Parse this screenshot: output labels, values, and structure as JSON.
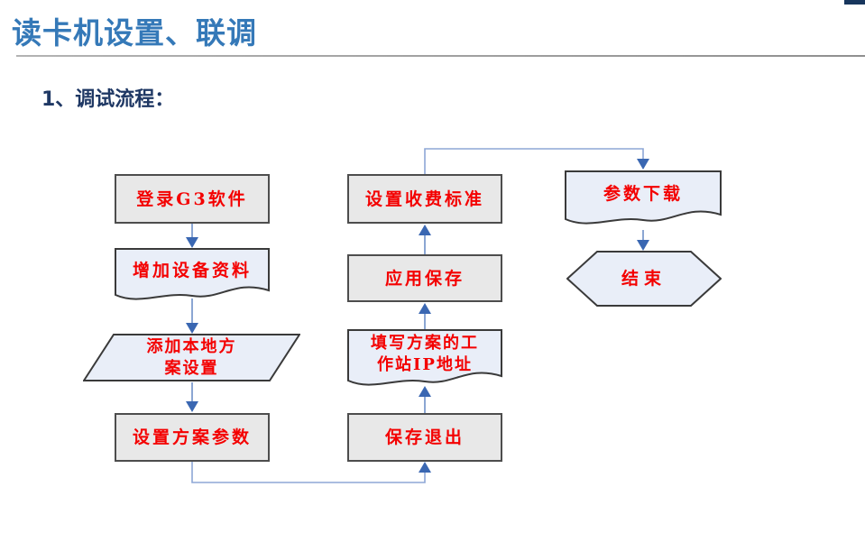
{
  "header": {
    "title": "读卡机设置、联调",
    "section_label": "1、调试流程："
  },
  "flowchart": {
    "nodes": [
      {
        "id": "login-g3",
        "label": "登录G3软件",
        "shape": "rectangle"
      },
      {
        "id": "add-device-data",
        "label": "增加设备资料",
        "shape": "document"
      },
      {
        "id": "add-local-plan",
        "label": "添加本地方\n案设置",
        "shape": "parallelogram"
      },
      {
        "id": "set-plan-params",
        "label": "设置方案参数",
        "shape": "rectangle"
      },
      {
        "id": "save-exit",
        "label": "保存退出",
        "shape": "rectangle"
      },
      {
        "id": "fill-workstation-ip",
        "label": "填写方案的工\n作站IP地址",
        "shape": "document"
      },
      {
        "id": "apply-save",
        "label": "应用保存",
        "shape": "rectangle"
      },
      {
        "id": "set-fee-standard",
        "label": "设置收费标准",
        "shape": "rectangle"
      },
      {
        "id": "param-download",
        "label": "参数下载",
        "shape": "document"
      },
      {
        "id": "end",
        "label": "结束",
        "shape": "hexagon"
      }
    ],
    "colors": {
      "node_text": "#f40000",
      "rect_fill": "#e8e8e8",
      "blue_shape_fill": "#e9eef8",
      "connector_line": "#6e90c8",
      "arrowhead": "#3a67b2",
      "title_blue": "#3579b8",
      "heading_navy": "#1f3864"
    }
  }
}
